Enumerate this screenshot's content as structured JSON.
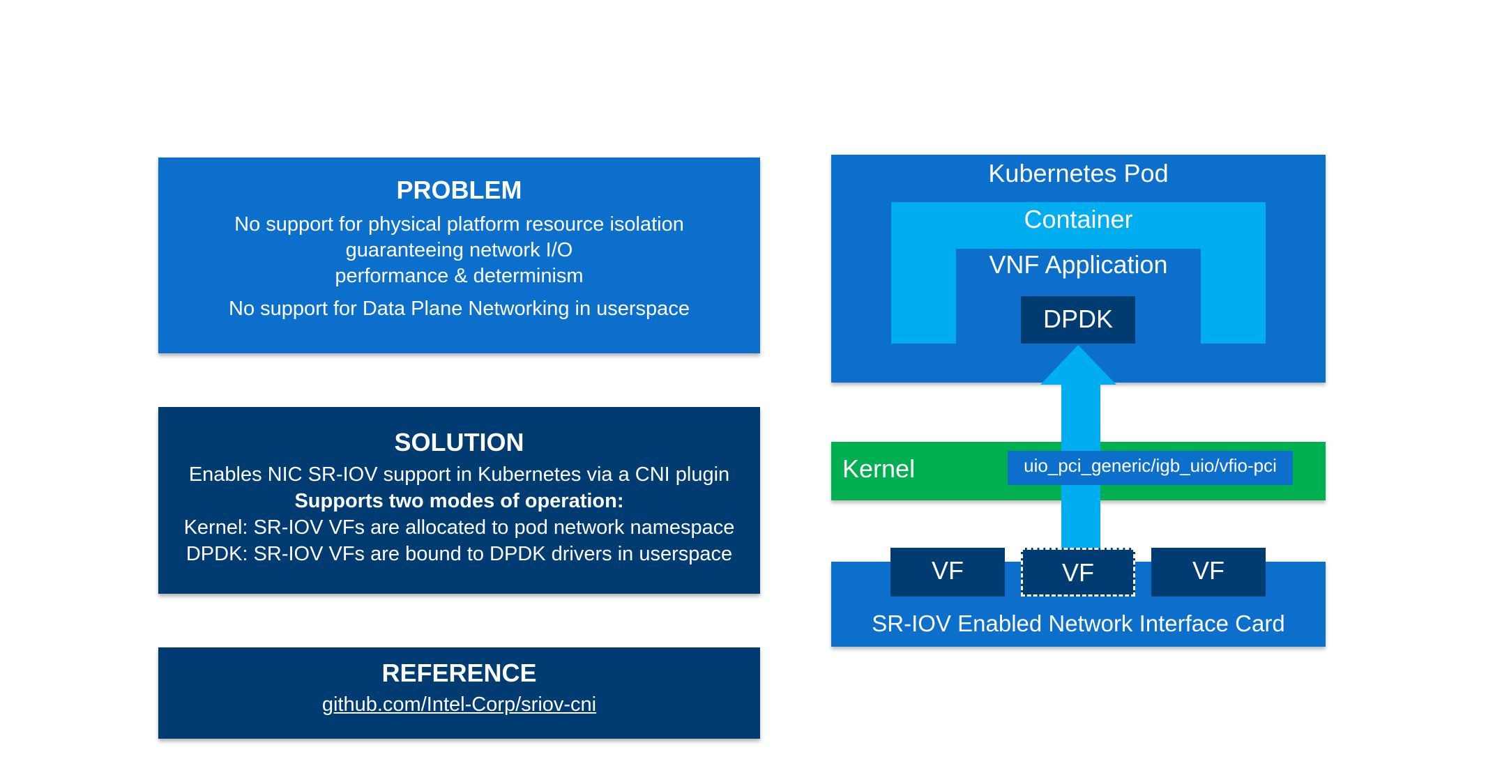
{
  "problem": {
    "title": "PROBLEM",
    "line1": "No support for physical platform resource isolation",
    "line2": "guaranteeing network I/O",
    "line3": "performance & determinism",
    "line4": "No support for Data Plane Networking in userspace"
  },
  "solution": {
    "title": "SOLUTION",
    "line1": "Enables NIC SR-IOV support in Kubernetes via a CNI plugin",
    "line2": "Supports two modes of operation:",
    "line3": "Kernel: SR-IOV VFs are allocated to pod network namespace",
    "line4": "DPDK: SR-IOV VFs are bound to DPDK drivers in userspace"
  },
  "reference": {
    "title": "REFERENCE",
    "link": "github.com/Intel-Corp/sriov-cni"
  },
  "diagram": {
    "pod": "Kubernetes Pod",
    "container": "Container",
    "vnf": "VNF Application",
    "dpdk": "DPDK",
    "kernel": "Kernel",
    "driver": "uio_pci_generic/igb_uio/vfio-pci",
    "vfs": [
      "VF",
      "VF",
      "VF"
    ],
    "nic": "SR-IOV Enabled Network Interface Card"
  },
  "colors": {
    "blue": "#0b6fcb",
    "dark_blue": "#003c71",
    "light_blue": "#00aeef",
    "green": "#00b050",
    "arrow": "#00aeef"
  }
}
